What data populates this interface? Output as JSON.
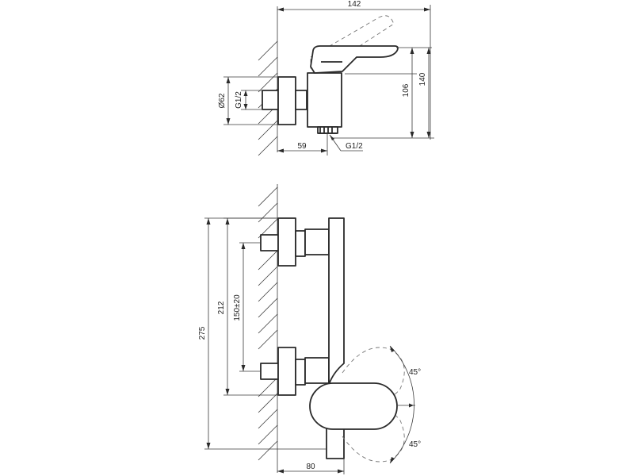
{
  "top_view": {
    "dim_width": "142",
    "dim_height_body": "106",
    "dim_height_total": "140",
    "dim_diameter": "Ø62",
    "dim_inlet_thread": "G1/2",
    "dim_depth": "59",
    "dim_outlet_thread": "G1/2"
  },
  "front_view": {
    "dim_total_height": "275",
    "dim_inlet_spacing": "212",
    "dim_adjust_range": "150±20",
    "dim_angle_up": "45°",
    "dim_angle_down": "45°",
    "dim_projection": "80"
  }
}
